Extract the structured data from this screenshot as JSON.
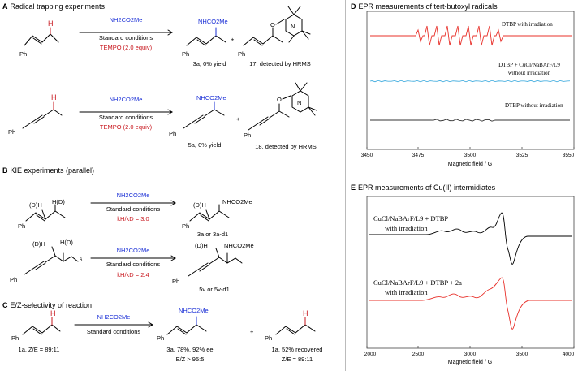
{
  "panelA": {
    "letter": "A",
    "title": "Radical trapping experiments",
    "row1": {
      "reagent": "NH2CO2Me",
      "conditions": "Standard conditions",
      "additive": "TEMPO (2.0 equiv)",
      "product_nh": "NHCO2Me",
      "product_label": "3a, 0% yield",
      "plus": "+",
      "adduct_label": "17, detected by HRMS",
      "ph": "Ph",
      "h": "H",
      "o": "O",
      "n": "N"
    },
    "row2": {
      "reagent": "NH2CO2Me",
      "conditions": "Standard conditions",
      "additive": "TEMPO (2.0 equiv)",
      "product_nh": "NHCO2Me",
      "product_label": "5a, 0% yield",
      "plus": "+",
      "adduct_label": "18, detected by HRMS",
      "ph": "Ph",
      "h": "H",
      "o": "O",
      "n": "N"
    }
  },
  "panelB": {
    "letter": "B",
    "title": "KIE experiments (parallel)",
    "row1": {
      "sm_left": "(D)H",
      "sm_right": "H(D)",
      "reagent": "NH2CO2Me",
      "conditions": "Standard conditions",
      "kie": "kH/kD = 3.0",
      "product_left": "(D)H",
      "product_nh": "NHCO2Me",
      "product_label": "3a or 3a-d1",
      "ph": "Ph"
    },
    "row2": {
      "sm_left": "(D)H",
      "sm_right": "H(D)",
      "chain": "6",
      "reagent": "NH2CO2Me",
      "conditions": "Standard conditions",
      "kie": "kH/kD = 2.4",
      "product_left": "(D)H",
      "product_nh": "NHCO2Me",
      "product_label": "5v or 5v-d1",
      "ph": "Ph"
    }
  },
  "panelC": {
    "letter": "C",
    "title": "E/Z-selectivity of reaction",
    "reagent": "NH2CO2Me",
    "conditions": "Standard conditions",
    "sm_label": "1a, Z/E = 89:11",
    "product_nh": "NHCO2Me",
    "product_label": "3a, 78%, 92% ee",
    "product_ratio": "E/Z > 95:5",
    "plus": "+",
    "recovered_label": "1a, 52% recovered",
    "recovered_ratio": "Z/E = 89:11",
    "ph": "Ph",
    "h": "H"
  },
  "panelD": {
    "letter": "D",
    "title": "EPR measurements of tert-butoxyl radicals",
    "trace1_label": "DTBP with irradiation",
    "trace2_label_line1": "DTBP + CuCl/NaBArF/L9",
    "trace2_label_line2": "without irradiation",
    "trace3_label": "DTBP without irradiation",
    "xlabel": "Magnetic field / G",
    "ticks": [
      "3450",
      "3475",
      "3500",
      "3525",
      "3550"
    ],
    "colors": {
      "trace1": "#e8302a",
      "trace2": "#4ab0e0",
      "trace3": "#333333"
    }
  },
  "panelE": {
    "letter": "E",
    "title": "EPR measurements of Cu(II) intermidiates",
    "trace1_label_line1": "CuCl/NaBArF/L9 + DTBP",
    "trace1_label_line2": "with irradiation",
    "trace2_label_line1": "CuCl/NaBArF/L9 + DTBP + 2a",
    "trace2_label_line2": "with irradiation",
    "xlabel": "Magnetic field / G",
    "ticks": [
      "2000",
      "2500",
      "3000",
      "3500",
      "4000"
    ],
    "colors": {
      "trace1": "#000000",
      "trace2": "#e8302a"
    }
  }
}
